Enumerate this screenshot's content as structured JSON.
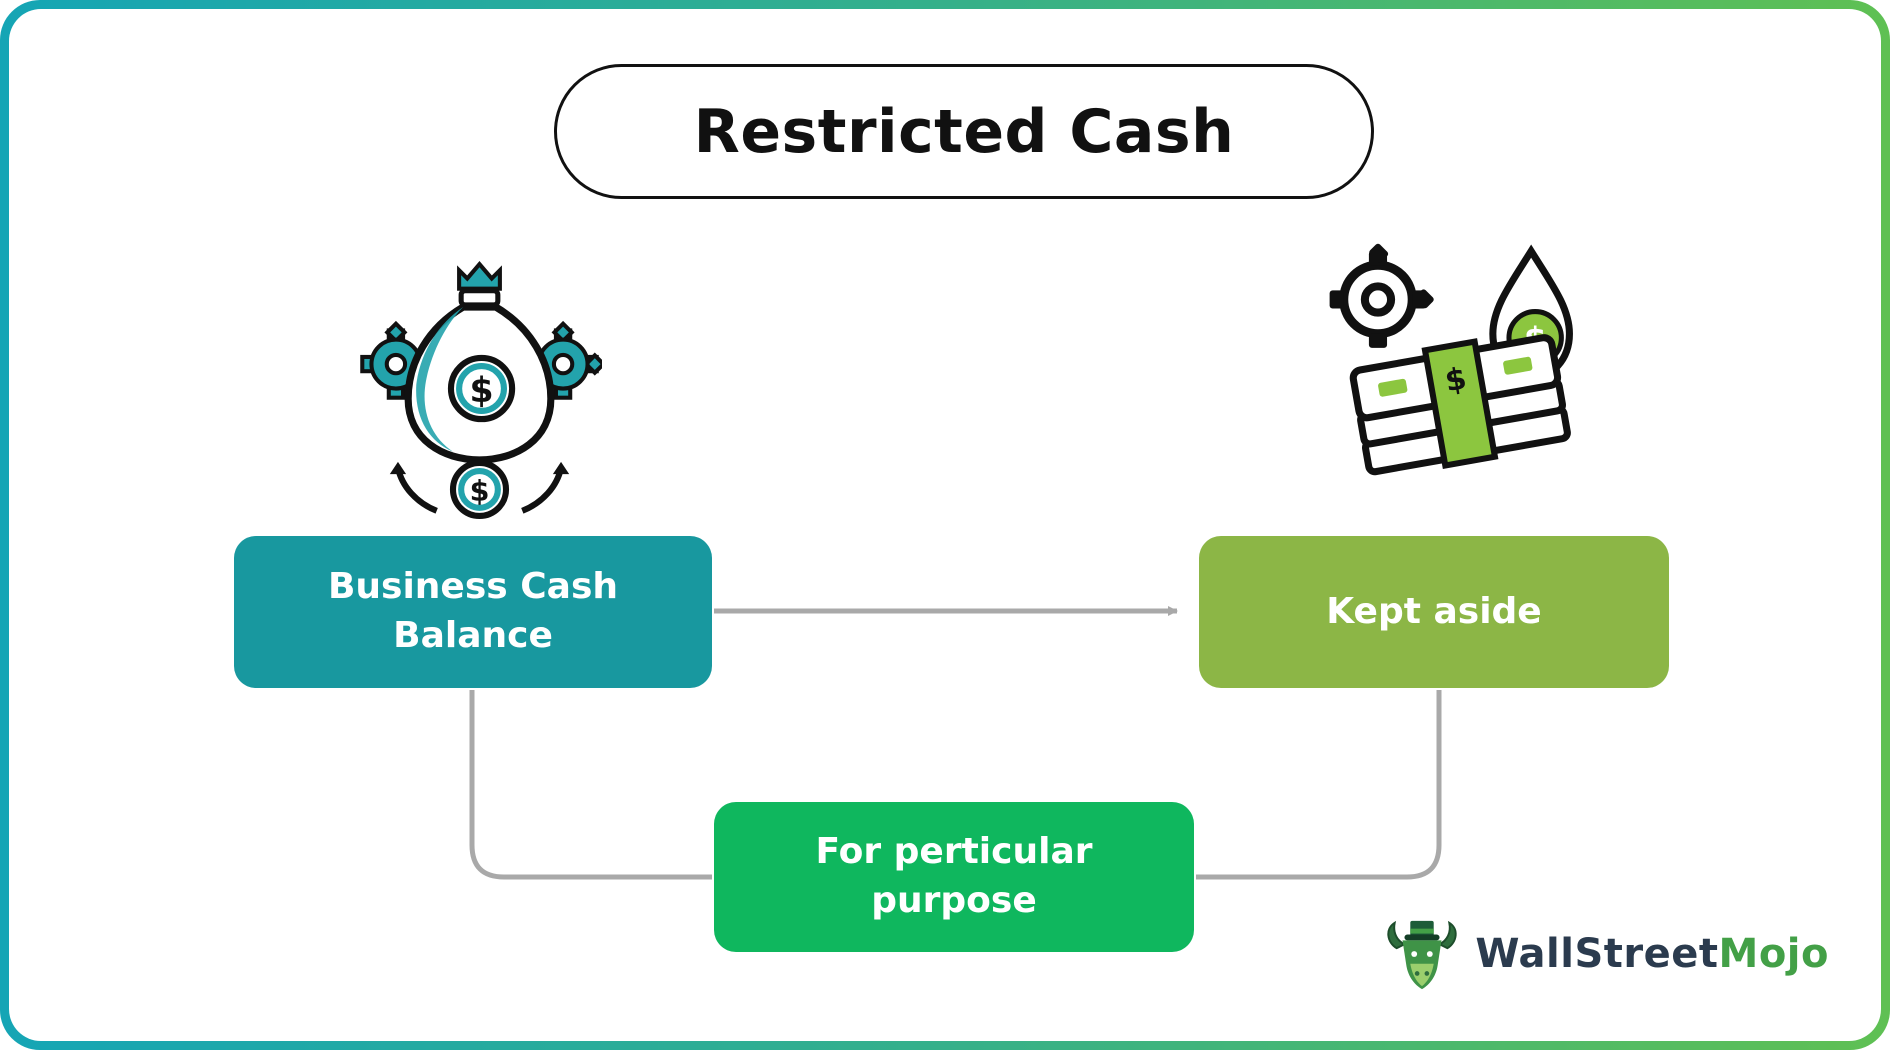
{
  "frame": {
    "background": "#ffffff",
    "border_gradient_start": "#15a5b5",
    "border_gradient_end": "#5fc053"
  },
  "title": {
    "text": "Restricted Cash"
  },
  "diagram": {
    "business_cash_box": {
      "label": "Business Cash Balance",
      "color": "#18989f",
      "text_color": "#ffffff"
    },
    "kept_aside_box": {
      "label": "Kept aside",
      "color": "#8cb646",
      "text_color": "#ffffff"
    },
    "purpose_box": {
      "label": "For perticular purpose",
      "color": "#0fb75e",
      "text_color": "#ffffff"
    },
    "connector_color": "#a9a9a9"
  },
  "icons": {
    "money_bag_icon": "money-bag-with-gears-and-dollar-coin",
    "cash_stack_icon": "cash-stack-with-gear-and-water-drop-coin",
    "dollar": "$",
    "teal": "#23a3ac",
    "green": "#8cc63f"
  },
  "logo": {
    "brand_primary": "WallStreet",
    "brand_accent": "Mojo",
    "primary_color": "#2b3b4e",
    "accent_color": "#43a047"
  }
}
